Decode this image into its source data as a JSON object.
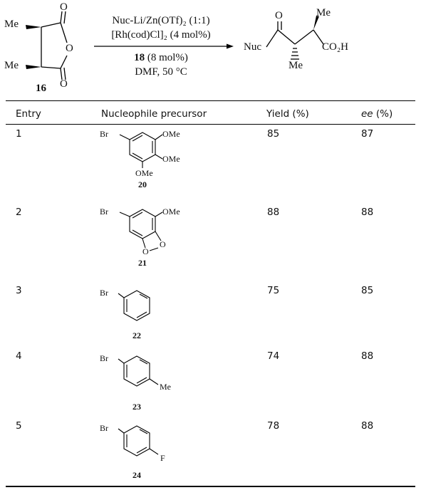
{
  "scheme": {
    "reactant": {
      "substituent_top": "Me",
      "substituent_bottom": "Me",
      "atom_O_top": "O",
      "atom_O_ring": "O",
      "atom_O_bottom": "O",
      "number": "16"
    },
    "conditions": {
      "line1": "Nuc-Li/Zn(OTf)₂  (1:1)",
      "line2": "[Rh(cod)Cl]₂ (4 mol%)",
      "line3_num": "18",
      "line3_rest": " (8 mol%)",
      "line4": "DMF,  50 °C"
    },
    "product": {
      "nuc": "Nuc",
      "carbonyl_O": "O",
      "me_top": "Me",
      "me_bottom": "Me",
      "acid": "CO₂H"
    }
  },
  "table": {
    "headers": {
      "entry": "Entry",
      "nucleophile": "Nucleophile precursor",
      "yield": "Yield (%)",
      "ee_italic": "ee",
      "ee_unit": " (%)"
    },
    "rows": [
      {
        "entry": "1",
        "yield": "85",
        "ee": "87",
        "compound": "20",
        "labels": {
          "br": "Br",
          "ome1": "OMe",
          "ome2": "OMe",
          "ome3": "OMe"
        }
      },
      {
        "entry": "2",
        "yield": "88",
        "ee": "88",
        "compound": "21",
        "labels": {
          "br": "Br",
          "ome1": "OMe",
          "o1": "O",
          "o2": "O"
        }
      },
      {
        "entry": "3",
        "yield": "75",
        "ee": "85",
        "compound": "22",
        "labels": {
          "br": "Br"
        }
      },
      {
        "entry": "4",
        "yield": "74",
        "ee": "88",
        "compound": "23",
        "labels": {
          "br": "Br",
          "me": "Me"
        }
      },
      {
        "entry": "5",
        "yield": "78",
        "ee": "88",
        "compound": "24",
        "labels": {
          "br": "Br",
          "f": "F"
        }
      }
    ]
  }
}
